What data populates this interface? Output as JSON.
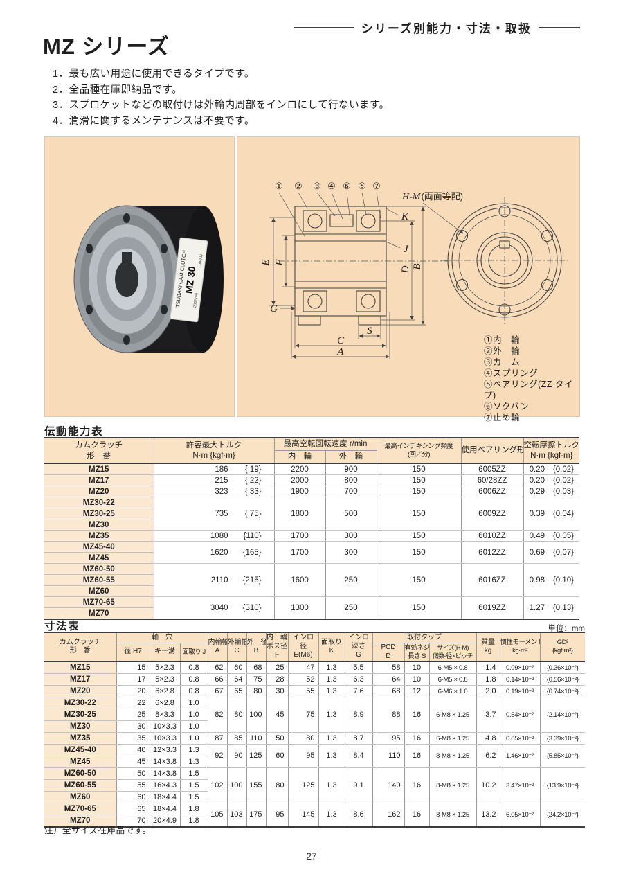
{
  "page": {
    "header_right": "シリーズ別能力・寸法・取扱",
    "title": "MZ シリーズ",
    "features": [
      "1．最も広い用途に使用できるタイプです。",
      "2．全品種在庫即納品です。",
      "3．スプロケットなどの取付けは外輪内周部をインロにして行ないます。",
      "4．潤滑に関するメンテナンスは不要です。"
    ],
    "footnote": "注）全サイズ在庫品です。",
    "page_number": "27"
  },
  "colors": {
    "panel_bg": "#f8dcba",
    "table_header_bg": "#fae2c4",
    "model_col_bg": "#fbe8d0"
  },
  "photo": {
    "label_line1": "TSUBAKI CAM CLUTCH",
    "label_model": "MZ 30",
    "label_serial": "2832706",
    "label_country": "JAPAN"
  },
  "diagram": {
    "hm_label_italic": "H-M",
    "hm_label_rest": "(両面等配)",
    "callouts": [
      "①",
      "②",
      "③",
      "④",
      "⑥",
      "⑤",
      "⑦"
    ],
    "dims": {
      "E": "E",
      "F": "F",
      "G": "G",
      "K": "K",
      "J": "J",
      "D": "D",
      "B": "B",
      "S": "S",
      "C": "C",
      "A": "A"
    },
    "legend": [
      "①内　輪",
      "②外　輪",
      "③カ　ム",
      "④スプリング",
      "⑤ベアリング(ZZ タイプ)",
      "⑥ソクバン",
      "⑦止め輪"
    ]
  },
  "capacity_table": {
    "title": "伝動能力表",
    "headers": {
      "model": [
        "カムクラッチ",
        "形　番"
      ],
      "torque": [
        "許容最大トルク",
        "N·m {kgf·m}"
      ],
      "speed": "最高空転回転速度 r/min",
      "inner": "内　輪",
      "outer": "外　輪",
      "indexing": [
        "最高インデキシング頻度",
        "(回／分)"
      ],
      "bearing": "使用ベアリング形番",
      "drag": [
        "空転摩擦トルク",
        "N·m {kgf·m}"
      ]
    },
    "groups": [
      {
        "models": [
          "MZ15"
        ],
        "torque_nm": "186",
        "torque_kgf": "{ 19}",
        "inner": "2200",
        "outer": "900",
        "indexing": "150",
        "bearing": "6005ZZ",
        "drag_nm": "0.20",
        "drag_kgf": "{0.02}"
      },
      {
        "models": [
          "MZ17"
        ],
        "torque_nm": "215",
        "torque_kgf": "{ 22}",
        "inner": "2000",
        "outer": "800",
        "indexing": "150",
        "bearing": "60/28ZZ",
        "drag_nm": "0.20",
        "drag_kgf": "{0.02}"
      },
      {
        "models": [
          "MZ20"
        ],
        "torque_nm": "323",
        "torque_kgf": "{ 33}",
        "inner": "1900",
        "outer": "700",
        "indexing": "150",
        "bearing": "6006ZZ",
        "drag_nm": "0.29",
        "drag_kgf": "{0.03}"
      },
      {
        "models": [
          "MZ30-22",
          "MZ30-25",
          "MZ30"
        ],
        "torque_nm": "735",
        "torque_kgf": "{ 75}",
        "inner": "1800",
        "outer": "500",
        "indexing": "150",
        "bearing": "6009ZZ",
        "drag_nm": "0.39",
        "drag_kgf": "{0.04}"
      },
      {
        "models": [
          "MZ35"
        ],
        "torque_nm": "1080",
        "torque_kgf": "{110}",
        "inner": "1700",
        "outer": "300",
        "indexing": "150",
        "bearing": "6010ZZ",
        "drag_nm": "0.49",
        "drag_kgf": "{0.05}"
      },
      {
        "models": [
          "MZ45-40",
          "MZ45"
        ],
        "torque_nm": "1620",
        "torque_kgf": "{165}",
        "inner": "1700",
        "outer": "300",
        "indexing": "150",
        "bearing": "6012ZZ",
        "drag_nm": "0.69",
        "drag_kgf": "{0.07}"
      },
      {
        "models": [
          "MZ60-50",
          "MZ60-55",
          "MZ60"
        ],
        "torque_nm": "2110",
        "torque_kgf": "{215}",
        "inner": "1600",
        "outer": "250",
        "indexing": "150",
        "bearing": "6016ZZ",
        "drag_nm": "0.98",
        "drag_kgf": "{0.10}"
      },
      {
        "models": [
          "MZ70-65",
          "MZ70"
        ],
        "torque_nm": "3040",
        "torque_kgf": "{310}",
        "inner": "1300",
        "outer": "250",
        "indexing": "150",
        "bearing": "6019ZZ",
        "drag_nm": "1.27",
        "drag_kgf": "{0.13}"
      }
    ]
  },
  "dimension_table": {
    "title": "寸法表",
    "unit": "単位：mm",
    "headers": {
      "model": [
        "カムクラッチ",
        "形　番"
      ],
      "shaft": "軸　穴",
      "bore": "径 H7",
      "key": "キー溝",
      "chamfer": "面取り J",
      "A": [
        "内輪幅",
        "A"
      ],
      "C": [
        "外輪幅",
        "C"
      ],
      "B": [
        "外　径",
        "B"
      ],
      "F": [
        "内　輪",
        "ボス径",
        "F"
      ],
      "E": [
        "インロ",
        "径",
        "E(M6)"
      ],
      "K": [
        "面取り",
        "K"
      ],
      "G": [
        "インロ",
        "深さ",
        "G"
      ],
      "tap": "取付タップ",
      "pcd": [
        "PCD",
        "D"
      ],
      "S": [
        "有効ネジ",
        "長さ S"
      ],
      "size": [
        "サイズ(H-M)",
        "個数-径×ピッチ"
      ],
      "mass": [
        "質量",
        "kg"
      ],
      "inertia": [
        "慣性モーメント",
        "kg·m²"
      ],
      "gd2": [
        "GD²",
        "{kgf·m²}"
      ]
    },
    "rows": [
      {
        "model": "MZ15",
        "bore": "15",
        "key": "5×2.3",
        "chamfer": "0.8",
        "group": 0
      },
      {
        "model": "MZ17",
        "bore": "17",
        "key": "5×2.3",
        "chamfer": "0.8",
        "group": 1
      },
      {
        "model": "MZ20",
        "bore": "20",
        "key": "6×2.8",
        "chamfer": "0.8",
        "group": 2
      },
      {
        "model": "MZ30-22",
        "bore": "22",
        "key": "6×2.8",
        "chamfer": "1.0",
        "group": 3
      },
      {
        "model": "MZ30-25",
        "bore": "25",
        "key": "8×3.3",
        "chamfer": "1.0",
        "group": 3
      },
      {
        "model": "MZ30",
        "bore": "30",
        "key": "10×3.3",
        "chamfer": "1.0",
        "group": 3
      },
      {
        "model": "MZ35",
        "bore": "35",
        "key": "10×3.3",
        "chamfer": "1.0",
        "group": 4
      },
      {
        "model": "MZ45-40",
        "bore": "40",
        "key": "12×3.3",
        "chamfer": "1.3",
        "group": 5
      },
      {
        "model": "MZ45",
        "bore": "45",
        "key": "14×3.8",
        "chamfer": "1.3",
        "group": 5
      },
      {
        "model": "MZ60-50",
        "bore": "50",
        "key": "14×3.8",
        "chamfer": "1.5",
        "group": 6
      },
      {
        "model": "MZ60-55",
        "bore": "55",
        "key": "16×4.3",
        "chamfer": "1.5",
        "group": 6
      },
      {
        "model": "MZ60",
        "bore": "60",
        "key": "18×4.4",
        "chamfer": "1.5",
        "group": 6
      },
      {
        "model": "MZ70-65",
        "bore": "65",
        "key": "18×4.4",
        "chamfer": "1.8",
        "group": 7
      },
      {
        "model": "MZ70",
        "bore": "70",
        "key": "20×4.9",
        "chamfer": "1.8",
        "group": 7
      }
    ],
    "groups": [
      {
        "span": 1,
        "A": "62",
        "C": "60",
        "B": "68",
        "F": "25",
        "E": "47",
        "K": "1.3",
        "G": "5.5",
        "PCD": "58",
        "S": "10",
        "tap": "6-M5 × 0.8",
        "mass": "1.4",
        "inertia": "0.09×10⁻²",
        "gd2": "{0.36×10⁻²}"
      },
      {
        "span": 1,
        "A": "66",
        "C": "64",
        "B": "75",
        "F": "28",
        "E": "52",
        "K": "1.3",
        "G": "6.3",
        "PCD": "64",
        "S": "10",
        "tap": "6-M5 × 0.8",
        "mass": "1.8",
        "inertia": "0.14×10⁻²",
        "gd2": "{0.56×10⁻²}"
      },
      {
        "span": 1,
        "A": "67",
        "C": "65",
        "B": "80",
        "F": "30",
        "E": "55",
        "K": "1.3",
        "G": "7.6",
        "PCD": "68",
        "S": "12",
        "tap": "6-M6 × 1.0",
        "mass": "2.0",
        "inertia": "0.19×10⁻²",
        "gd2": "{0.74×10⁻²}"
      },
      {
        "span": 3,
        "A": "82",
        "C": "80",
        "B": "100",
        "F": "45",
        "E": "75",
        "K": "1.3",
        "G": "8.9",
        "PCD": "88",
        "S": "16",
        "tap": "6-M8 × 1.25",
        "mass": "3.7",
        "inertia": "0.54×10⁻²",
        "gd2": "{2.14×10⁻²}"
      },
      {
        "span": 1,
        "A": "87",
        "C": "85",
        "B": "110",
        "F": "50",
        "E": "80",
        "K": "1.3",
        "G": "8.7",
        "PCD": "95",
        "S": "16",
        "tap": "6-M8 × 1.25",
        "mass": "4.8",
        "inertia": "0.85×10⁻²",
        "gd2": "{3.39×10⁻²}"
      },
      {
        "span": 2,
        "A": "92",
        "C": "90",
        "B": "125",
        "F": "60",
        "E": "95",
        "K": "1.3",
        "G": "8.4",
        "PCD": "110",
        "S": "16",
        "tap": "8-M8 × 1.25",
        "mass": "6.2",
        "inertia": "1.46×10⁻²",
        "gd2": "{5.85×10⁻²}"
      },
      {
        "span": 3,
        "A": "102",
        "C": "100",
        "B": "155",
        "F": "80",
        "E": "125",
        "K": "1.3",
        "G": "9.1",
        "PCD": "140",
        "S": "16",
        "tap": "8-M8 × 1.25",
        "mass": "10.2",
        "inertia": "3.47×10⁻²",
        "gd2": "{13.9×10⁻²}"
      },
      {
        "span": 2,
        "A": "105",
        "C": "103",
        "B": "175",
        "F": "95",
        "E": "145",
        "K": "1.3",
        "G": "8.6",
        "PCD": "162",
        "S": "16",
        "tap": "8-M8 × 1.25",
        "mass": "13.2",
        "inertia": "6.05×10⁻²",
        "gd2": "{24.2×10⁻²}"
      }
    ]
  }
}
